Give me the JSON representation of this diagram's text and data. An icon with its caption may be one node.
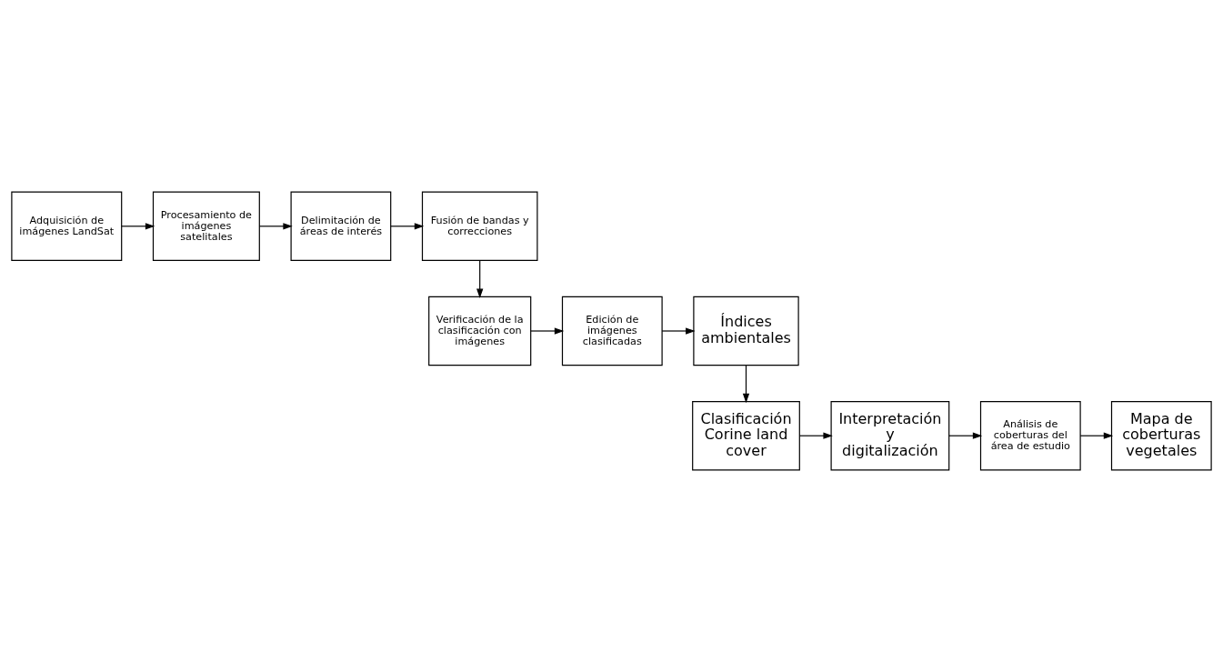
{
  "diagram": {
    "nodes": [
      {
        "text": [
          "Adquisición de imágenes LandSat"
        ]
      },
      {
        "text": [
          "Procesamiento de imágenes satelitales"
        ]
      },
      {
        "text": [
          "Delimitación de áreas de interés"
        ]
      },
      {
        "text": [
          "Fusión de bandas y correcciones"
        ]
      },
      {
        "text": [
          "Verificación de la clasificación con imágenes"
        ]
      },
      {
        "text": [
          "Edición de imágenes clasificadas"
        ]
      },
      {
        "text": [
          "Índices ambientales"
        ]
      },
      {
        "text": [
          "Clasificación Corine land cover"
        ]
      },
      {
        "text": [
          "Interpretación y digitalización"
        ]
      },
      {
        "text": [
          "Análisis de coberturas del área de estudio"
        ]
      },
      {
        "text": [
          "Mapa de coberturas vegetales"
        ]
      }
    ],
    "edges": [
      {
        "from": 0,
        "to": 1,
        "arrow": "to"
      },
      {
        "from": 1,
        "to": 2,
        "arrow": "to"
      },
      {
        "from": 2,
        "to": 3,
        "arrow": "to"
      },
      {
        "from": 3,
        "to": 4,
        "arrow": "to"
      },
      {
        "from": 4,
        "to": 5,
        "arrow": "to"
      },
      {
        "from": 5,
        "to": 6,
        "arrow": "to"
      },
      {
        "from": 6,
        "to": 7,
        "arrow": "to"
      },
      {
        "from": 7,
        "to": 8,
        "arrow": "to"
      },
      {
        "from": 8,
        "to": 9,
        "arrow": "to"
      },
      {
        "from": 9,
        "to": 10,
        "arrow": "to"
      }
    ]
  }
}
